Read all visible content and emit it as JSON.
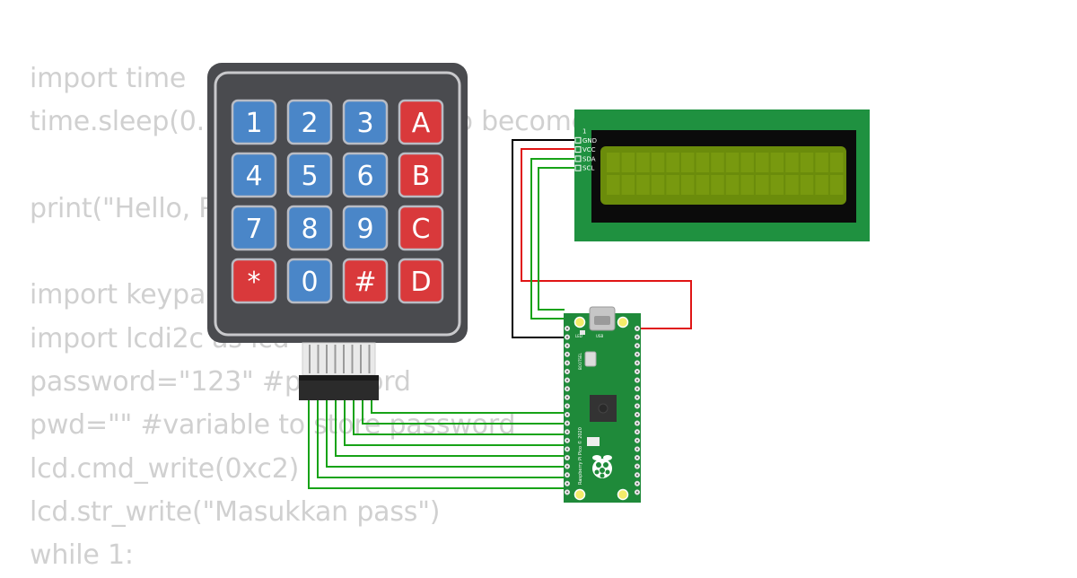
{
  "code_lines": [
    "import time",
    "time.sleep(0.1) # Wait for USB to become ready",
    "",
    "print(\"Hello, Pi Pico!\")",
    "",
    "import keypad",
    "import lcdi2c as lcd",
    "password=\"123\" #password",
    "pwd=\"\" #variable to store password",
    "lcd.cmd_write(0xc2)",
    "lcd.str_write(\"Masukkan pass\")",
    "while 1:"
  ],
  "keypad": {
    "keys": [
      "1",
      "2",
      "3",
      "A",
      "4",
      "5",
      "6",
      "B",
      "7",
      "8",
      "9",
      "C",
      "*",
      "0",
      "#",
      "D"
    ]
  },
  "lcd": {
    "pins": [
      "1",
      "GND",
      "VCC",
      "SDA",
      "SCL"
    ]
  },
  "pico": {
    "usb_label": "USB",
    "led_label": "LED",
    "bootsel_label": "BOOTSEL",
    "board_label": "Raspberry Pi Pico © 2020"
  },
  "colors": {
    "keypad_body": "#4a4b4f",
    "key_blue": "#4a86c8",
    "key_red": "#d9393b",
    "lcd_pcb": "#1f9140",
    "lcd_screen": "#6b8c0b",
    "pico_pcb": "#1f8a3a",
    "wire_green": "#17a317",
    "wire_red": "#e01515",
    "wire_black": "#000000"
  }
}
